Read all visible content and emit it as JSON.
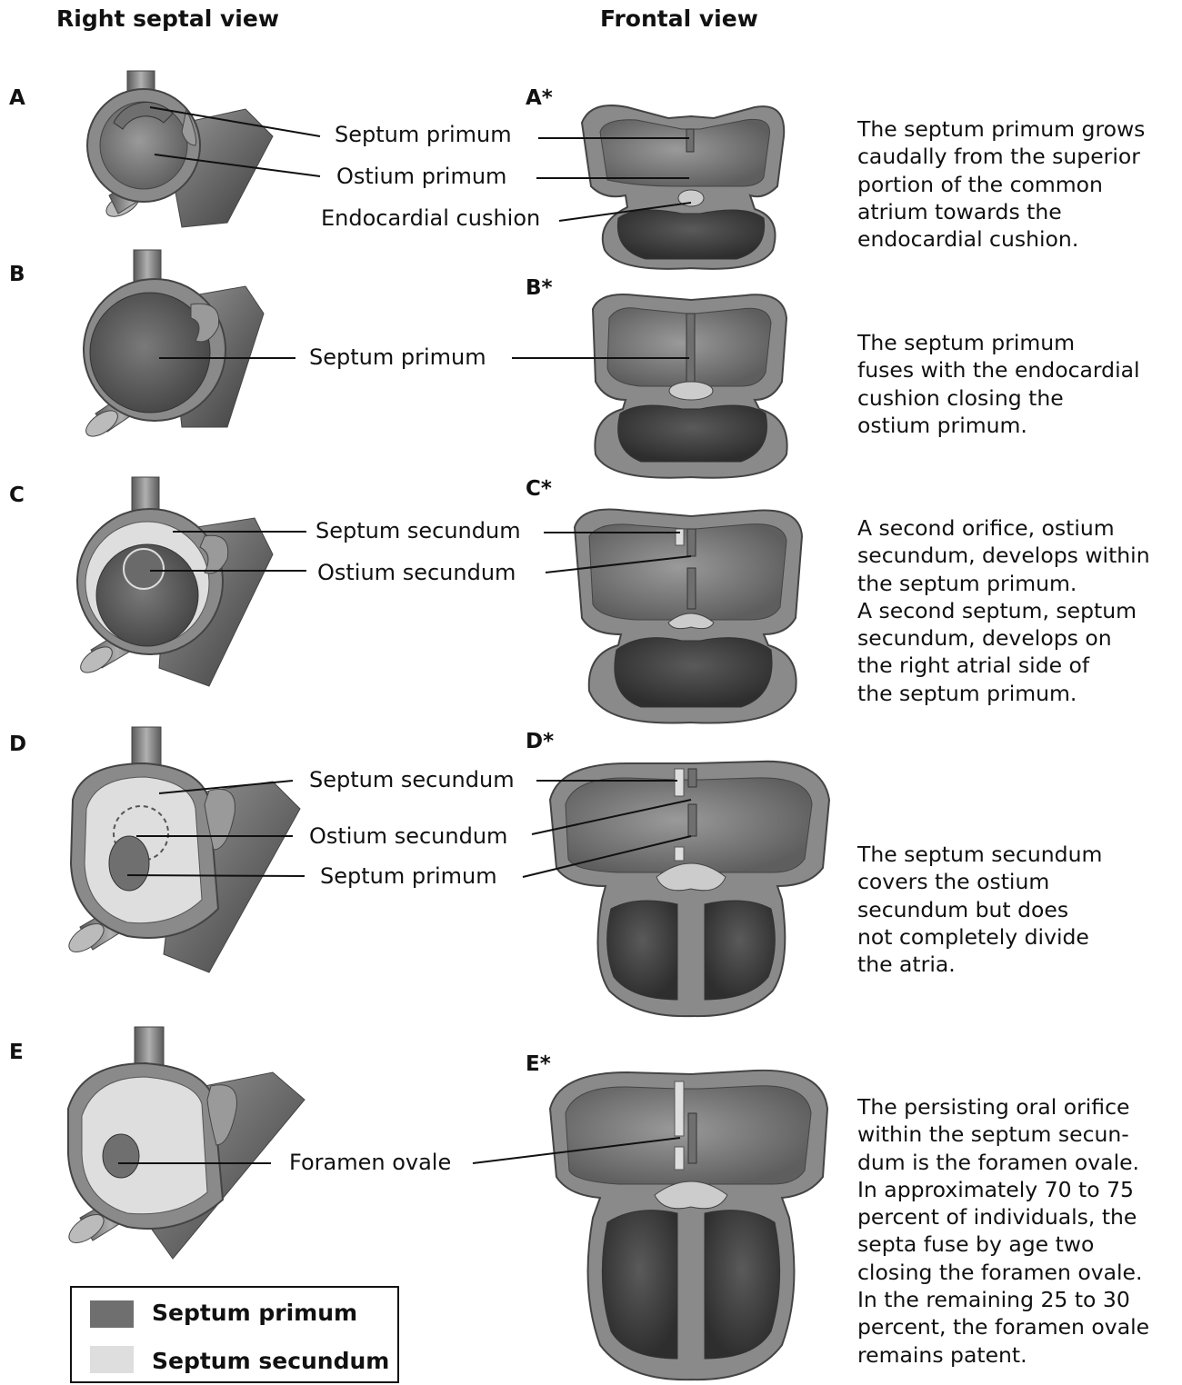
{
  "headings": {
    "right_septal_view": "Right septal view",
    "frontal_view": "Frontal view"
  },
  "panels": [
    {
      "letter": "A",
      "frontal_letter": "A*",
      "labels": [
        "Septum primum",
        "Ostium primum",
        "Endocardial cushion"
      ],
      "description": "The septum primum grows\ncaudally from the superior\nportion of the common\natrium towards the\nendocardial cushion."
    },
    {
      "letter": "B",
      "frontal_letter": "B*",
      "labels": [
        "Septum primum"
      ],
      "description": "The septum primum\nfuses with the endocardial\ncushion closing the\nostium primum."
    },
    {
      "letter": "C",
      "frontal_letter": "C*",
      "labels": [
        "Septum secundum",
        "Ostium secundum"
      ],
      "description": "A second orifice, ostium\nsecundum, develops within\nthe septum primum.\nA second septum, septum\nsecundum, develops on\nthe right atrial side of\nthe septum primum."
    },
    {
      "letter": "D",
      "frontal_letter": "D*",
      "labels": [
        "Septum secundum",
        "Ostium secundum",
        "Septum primum"
      ],
      "description": "The septum secundum\ncovers the ostium\nsecundum but does\nnot completely divide\nthe atria."
    },
    {
      "letter": "E",
      "frontal_letter": "E*",
      "labels": [
        "Foramen ovale"
      ],
      "description": "The persisting oral orifice\nwithin the septum secun-\ndum is the foramen ovale.\nIn approximately 70 to 75\npercent of individuals, the\nsepta fuse by age two\nclosing the foramen ovale.\nIn the remaining 25 to 30\npercent, the foramen ovale\nremains patent."
    }
  ],
  "legend": [
    {
      "label": "Septum primum",
      "color": "#6f6f6f"
    },
    {
      "label": "Septum secundum",
      "color": "#dedede"
    }
  ],
  "colors": {
    "wall": "#8a8a8a",
    "wall_outline": "#555555",
    "chamber": "#7a7a7a",
    "ventricle": "#4a4a4a",
    "leader_line": "#111111"
  }
}
